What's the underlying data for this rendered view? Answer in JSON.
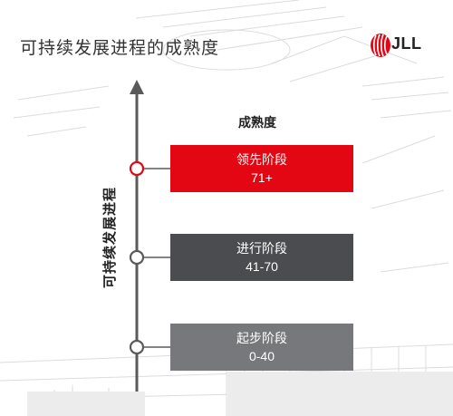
{
  "title": "可持续发展进程的成熟度",
  "logo": {
    "text": "JLL",
    "color": "#e30613"
  },
  "axis": {
    "label": "可持续发展进程",
    "column_header": "成熟度"
  },
  "stages": [
    {
      "name": "领先阶段",
      "range": "71+",
      "color": "#e30613"
    },
    {
      "name": "进行阶段",
      "range": "41-70",
      "color": "#4a4c50"
    },
    {
      "name": "起步阶段",
      "range": "0-40",
      "color": "#76787b"
    }
  ],
  "colors": {
    "axis": "#5a5a5a",
    "text": "#333333",
    "accent": "#e30613"
  }
}
